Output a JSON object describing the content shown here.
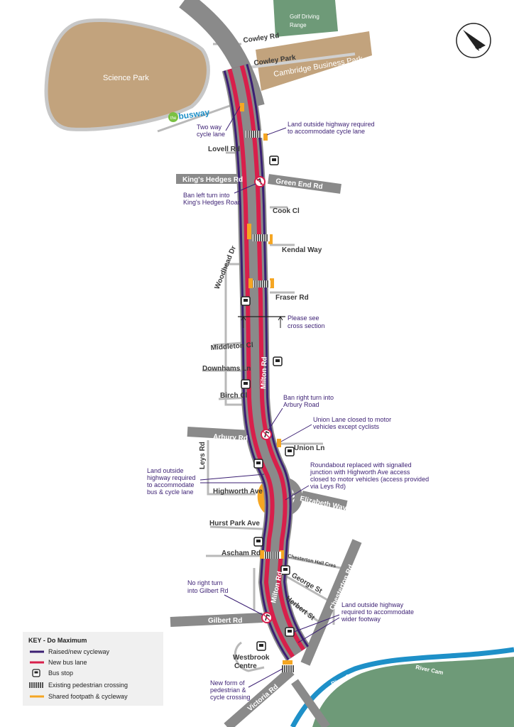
{
  "areas": {
    "golf": "Golf Driving",
    "golf2": "Range",
    "science_park": "Science Park",
    "business_park": "Cambridge Business Park",
    "busway_prefix": "the",
    "busway": "busway",
    "westbrook": "Westbrook",
    "westbrook2": "Centre"
  },
  "roads": {
    "cowley_rd": "Cowley Rd",
    "cowley_park": "Cowley Park",
    "lovell": "Lovell Rd",
    "kings_hedges": "King's Hedges Rd",
    "green_end": "Green End Rd",
    "cook": "Cook Cl",
    "kendal": "Kendal Way",
    "woodhead": "Woodhead Dr",
    "fraser": "Fraser Rd",
    "middleton": "Middleton Cl",
    "downhams": "Downhams Ln",
    "birch": "Birch Cl",
    "milton_1": "Milton Rd",
    "arbury": "Arbury Rd",
    "union": "Union Ln",
    "leys": "Leys Rd",
    "highworth": "Highworth Ave",
    "elizabeth": "Elizabeth Way",
    "hurst": "Hurst Park Ave",
    "ascham": "Ascham Rd",
    "chesterton_hall": "Chesterton Hall Cres",
    "chesterton_rd": "Chesterton Rd",
    "george": "George St",
    "herbert": "Herbert St",
    "milton_2": "Milton Rd",
    "gilbert": "Gilbert Rd",
    "victoria": "Victoria Rd",
    "river_1": "River Cam",
    "river_2": "River Cam"
  },
  "annotations": {
    "two_way_1": "Two way",
    "two_way_2": "cycle lane",
    "land_outside_1a": "Land outside highway required",
    "land_outside_1b": "to accommodate cycle lane",
    "ban_left_1": "Ban left turn into",
    "ban_left_2": "King's Hedges Road",
    "see_cross_1": "Please see",
    "see_cross_2": "cross section",
    "ban_right_1": "Ban right turn into",
    "ban_right_2": "Arbury Road",
    "union_closed_1": "Union Lane closed to motor",
    "union_closed_2": "vehicles except cyclists",
    "land_bus_1": "Land outside",
    "land_bus_2": "highway required",
    "land_bus_3": "to accommodate",
    "land_bus_4": "bus & cycle lane",
    "roundabout_1": "Roundabout replaced with signalled",
    "roundabout_2": "junction with Highworth Ave access",
    "roundabout_3": "closed to motor vehicles (access provided",
    "roundabout_4": "via Leys Rd)",
    "no_right_1": "No right turn",
    "no_right_2": "into Gilbert Rd",
    "land_footway_1": "Land outside highway",
    "land_footway_2": "required to accommodate",
    "land_footway_3": "wider footway",
    "new_crossing_1": "New form of",
    "new_crossing_2": "pedestrian &",
    "new_crossing_3": "cycle crossing"
  },
  "key": {
    "title": "KEY - Do Maximum",
    "items": [
      {
        "label": "Raised/new cycleway",
        "color": "#3b1f73"
      },
      {
        "label": "New bus lane",
        "color": "#d81f4b"
      },
      {
        "label": "Bus stop",
        "color": "#222222"
      },
      {
        "label": "Existing pedestrian crossing",
        "color": "#222222"
      },
      {
        "label": "Shared footpath & cycleway",
        "color": "#f5a623"
      }
    ]
  },
  "compass": {
    "letter": "N"
  },
  "colors": {
    "cycleway": "#3b1f73",
    "bus_lane": "#d81f4b",
    "shared": "#f5a623",
    "road": "#8a8a8a",
    "science_park": "#c2a37d",
    "green": "#6e9a78",
    "river": "#1e90c8"
  }
}
